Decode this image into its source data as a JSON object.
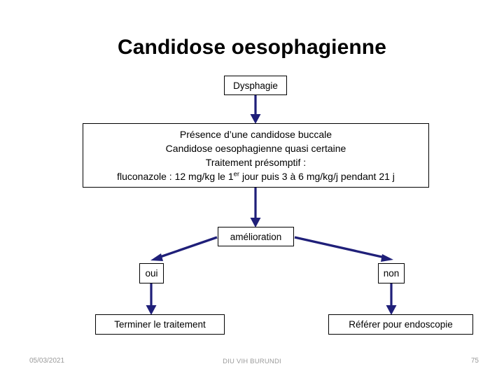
{
  "slide": {
    "title": "Candidose oesophagienne",
    "background_color": "#ffffff",
    "arrow_color": "#1F1F79",
    "box_border_color": "#000000",
    "text_color": "#000000"
  },
  "flowchart": {
    "nodes": {
      "dysphagie": {
        "label": "Dysphagie"
      },
      "main": {
        "lines": [
          "Présence d’une candidose buccale",
          "Candidose oesophagienne quasi certaine",
          "Traitement présomptif :"
        ],
        "dose_prefix": "fluconazole : 12 mg/kg le 1",
        "dose_sup": "er",
        "dose_suffix": " jour puis 3 à 6 mg/kg/j pendant 21 j"
      },
      "amelioration": {
        "label": "amélioration"
      },
      "oui": {
        "label": "oui"
      },
      "non": {
        "label": "non"
      },
      "terminer": {
        "label": "Terminer le traitement"
      },
      "referer": {
        "label": "Référer pour endoscopie"
      }
    }
  },
  "footer": {
    "date": "05/03/2021",
    "center": "DIU VIH BURUNDI",
    "page": "75",
    "color": "#9a9a9a"
  }
}
